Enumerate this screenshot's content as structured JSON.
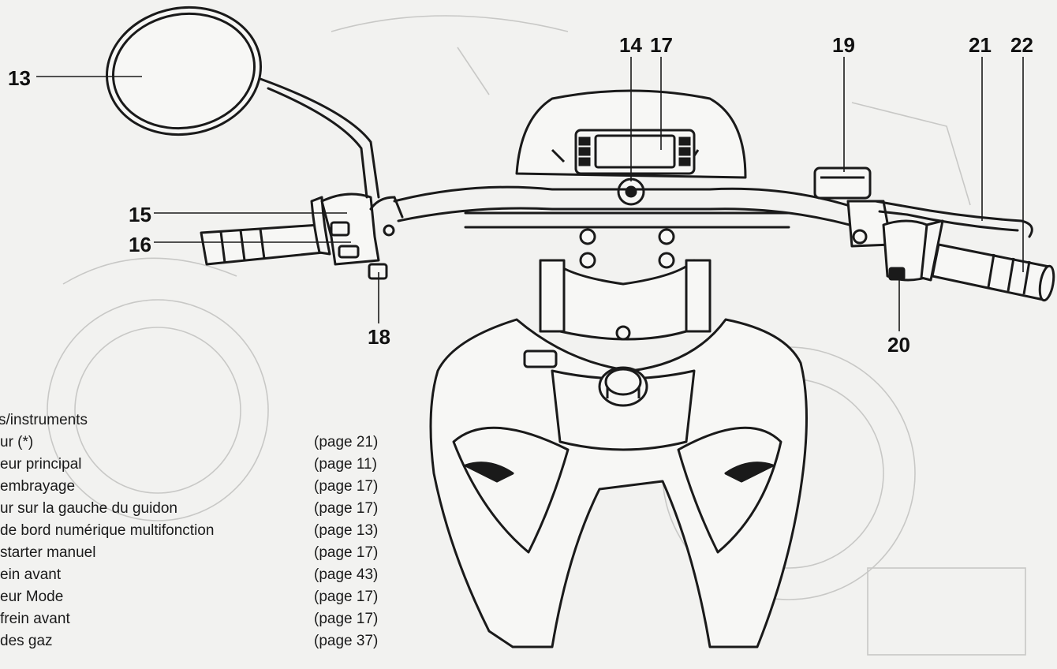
{
  "callouts": {
    "c13": "13",
    "c14": "14",
    "c15": "15",
    "c16": "16",
    "c17": "17",
    "c18": "18",
    "c19": "19",
    "c20": "20",
    "c21": "21",
    "c22": "22"
  },
  "legend": {
    "heading": "s/instruments",
    "rows": [
      {
        "name": "ur  (*)",
        "page": "(page 21)"
      },
      {
        "name": "eur principal",
        "page": "(page 11)"
      },
      {
        "name": "embrayage",
        "page": "(page 17)"
      },
      {
        "name": "ur sur la gauche du guidon",
        "page": "(page 17)"
      },
      {
        "name": "de bord numérique multifonction",
        "page": "(page 13)"
      },
      {
        "name": "starter manuel",
        "page": "(page 17)"
      },
      {
        "name": "ein avant",
        "page": "(page 43)"
      },
      {
        "name": "eur Mode",
        "page": "(page 17)"
      },
      {
        "name": "frein avant",
        "page": "(page 17)"
      },
      {
        "name": "des gaz",
        "page": "(page 37)"
      }
    ]
  },
  "colors": {
    "ink": "#1a1a1a",
    "ghost": "#c8c8c6",
    "paper": "#f2f2f0"
  }
}
